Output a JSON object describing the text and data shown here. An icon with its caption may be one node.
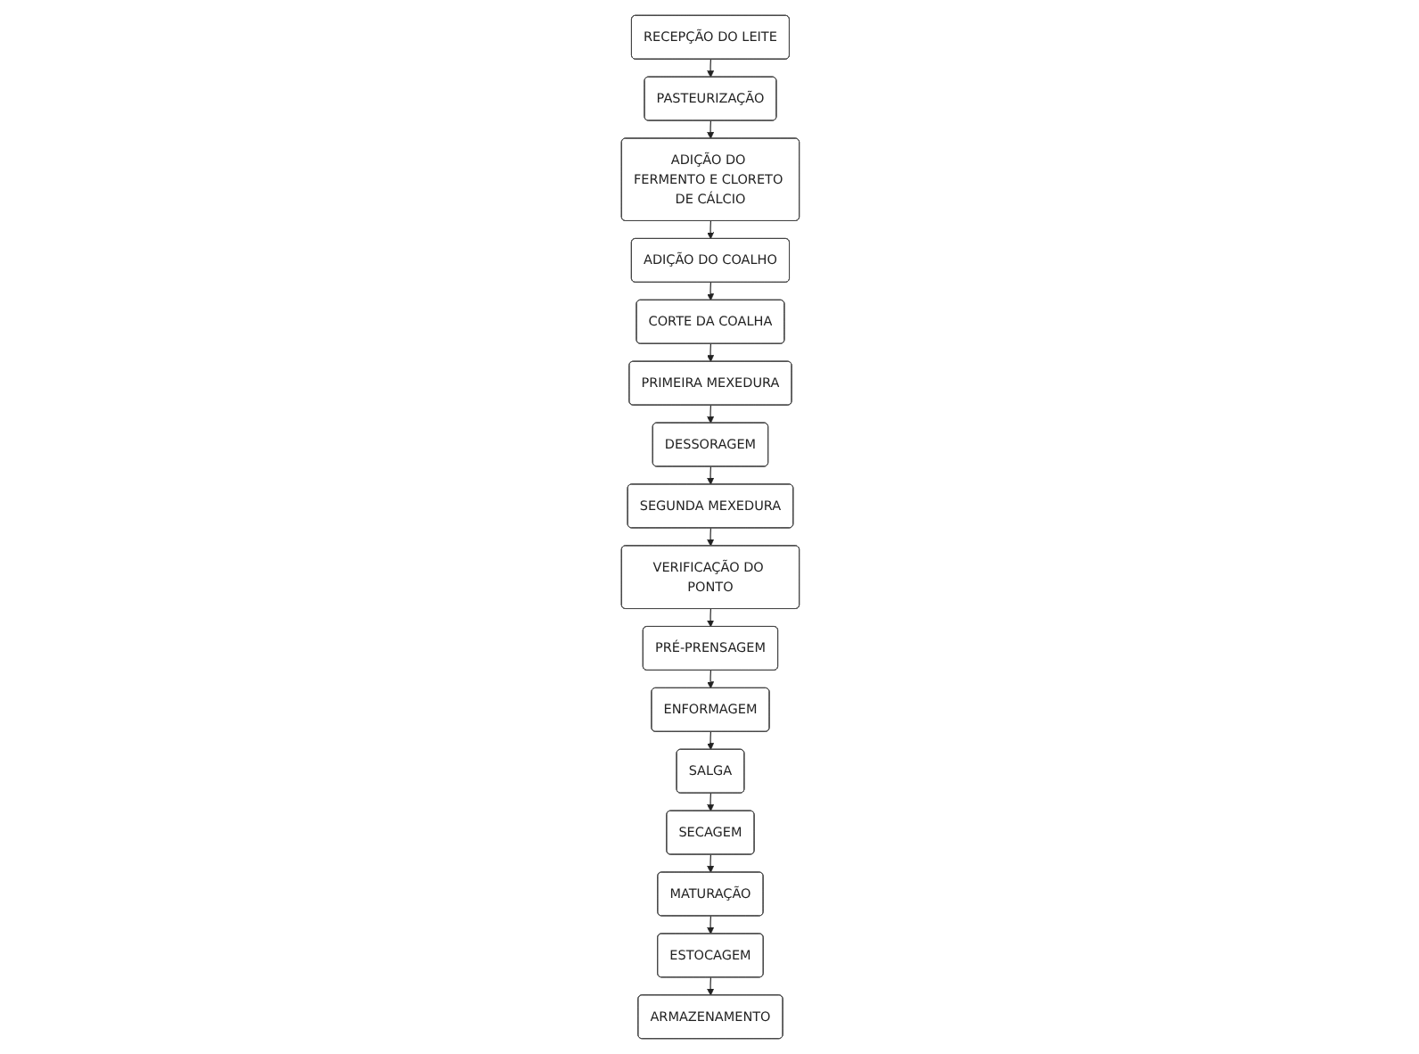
{
  "diagram": {
    "nodes": [
      {
        "text": [
          "RECEPÇÃO DO LEITE"
        ]
      },
      {
        "text": [
          "PASTEURIZAÇÃO"
        ]
      },
      {
        "text": [
          "ADIÇÃO DO FERMENTO E CLORETO DE CÁLCIO"
        ]
      },
      {
        "text": [
          "ADIÇÃO DO COALHO"
        ]
      },
      {
        "text": [
          "CORTE DA COALHA"
        ]
      },
      {
        "text": [
          "PRIMEIRA MEXEDURA"
        ]
      },
      {
        "text": [
          "DESSORAGEM"
        ]
      },
      {
        "text": [
          "SEGUNDA MEXEDURA"
        ]
      },
      {
        "text": [
          "VERIFICAÇÃO DO PONTO"
        ]
      },
      {
        "text": [
          "PRÉ-PRENSAGEM"
        ]
      },
      {
        "text": [
          "ENFORMAGEM"
        ]
      },
      {
        "text": [
          "SALGA"
        ]
      },
      {
        "text": [
          "SECAGEM"
        ]
      },
      {
        "text": [
          "MATURAÇÃO"
        ]
      },
      {
        "text": [
          "ESTOCAGEM"
        ]
      },
      {
        "text": [
          "ARMAZENAMENTO"
        ]
      }
    ],
    "edges": [
      {
        "from": 0,
        "to": 1,
        "arrow": "to"
      },
      {
        "from": 1,
        "to": 2,
        "arrow": "to"
      },
      {
        "from": 2,
        "to": 3,
        "arrow": "to"
      },
      {
        "from": 3,
        "to": 4,
        "arrow": "to"
      },
      {
        "from": 4,
        "to": 5,
        "arrow": "to"
      },
      {
        "from": 5,
        "to": 6,
        "arrow": "to"
      },
      {
        "from": 6,
        "to": 7,
        "arrow": "to"
      },
      {
        "from": 7,
        "to": 8,
        "arrow": "to"
      },
      {
        "from": 8,
        "to": 9,
        "arrow": "to"
      },
      {
        "from": 9,
        "to": 10,
        "arrow": "to"
      },
      {
        "from": 10,
        "to": 11,
        "arrow": "to"
      },
      {
        "from": 11,
        "to": 12,
        "arrow": "to"
      },
      {
        "from": 12,
        "to": 13,
        "arrow": "to"
      },
      {
        "from": 13,
        "to": 14,
        "arrow": "to"
      },
      {
        "from": 14,
        "to": 15,
        "arrow": "to"
      }
    ]
  }
}
